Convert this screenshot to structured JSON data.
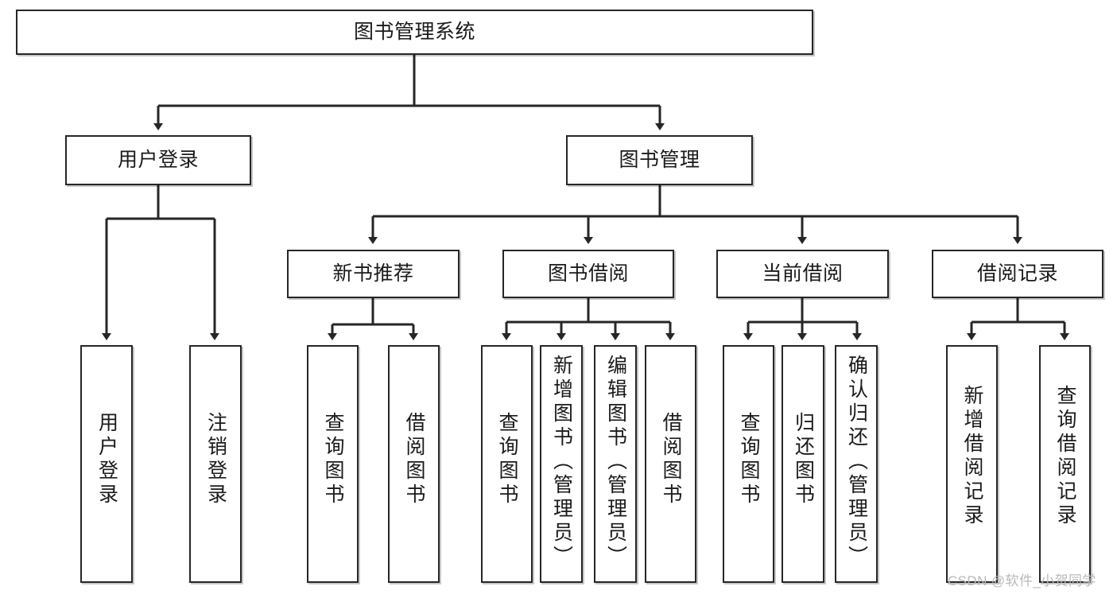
{
  "diagram": {
    "title": "图书管理系统",
    "type": "tree-hierarchy",
    "root": {
      "id": "root",
      "label": "图书管理系统"
    },
    "level2": [
      {
        "id": "user-login",
        "label": "用户登录"
      },
      {
        "id": "book-manage",
        "label": "图书管理"
      }
    ],
    "level3": [
      {
        "id": "new-book-recommend",
        "label": "新书推荐"
      },
      {
        "id": "book-borrow",
        "label": "图书借阅"
      },
      {
        "id": "current-borrow",
        "label": "当前借阅"
      },
      {
        "id": "borrow-record",
        "label": "借阅记录"
      }
    ],
    "leaves": {
      "user_login": [
        {
          "id": "leaf-user-login",
          "label": "用户登录"
        },
        {
          "id": "leaf-logout-login",
          "label": "注销登录"
        }
      ],
      "new_book_recommend": [
        {
          "id": "leaf-query-book-1",
          "label": "查询图书"
        },
        {
          "id": "leaf-borrow-book-1",
          "label": "借阅图书"
        }
      ],
      "book_borrow": [
        {
          "id": "leaf-query-book-2",
          "label": "查询图书"
        },
        {
          "id": "leaf-add-book-admin",
          "label": "新增图书（管理员）"
        },
        {
          "id": "leaf-edit-book-admin",
          "label": "编辑图书（管理员）"
        },
        {
          "id": "leaf-borrow-book-2",
          "label": "借阅图书"
        }
      ],
      "current_borrow": [
        {
          "id": "leaf-query-book-3",
          "label": "查询图书"
        },
        {
          "id": "leaf-return-book",
          "label": "归还图书"
        },
        {
          "id": "leaf-confirm-return-admin",
          "label": "确认归还（管理员）"
        }
      ],
      "borrow_record": [
        {
          "id": "leaf-add-borrow-record",
          "label": "新增借阅记录"
        },
        {
          "id": "leaf-query-borrow-record",
          "label": "查询借阅记录"
        }
      ]
    }
  },
  "watermark": {
    "text": "CSDN @软件_小贺同学"
  },
  "colors": {
    "stroke": "#262626",
    "fill": "#ffffff",
    "text": "#1a1a1a",
    "watermark": "#b9b9b9"
  }
}
